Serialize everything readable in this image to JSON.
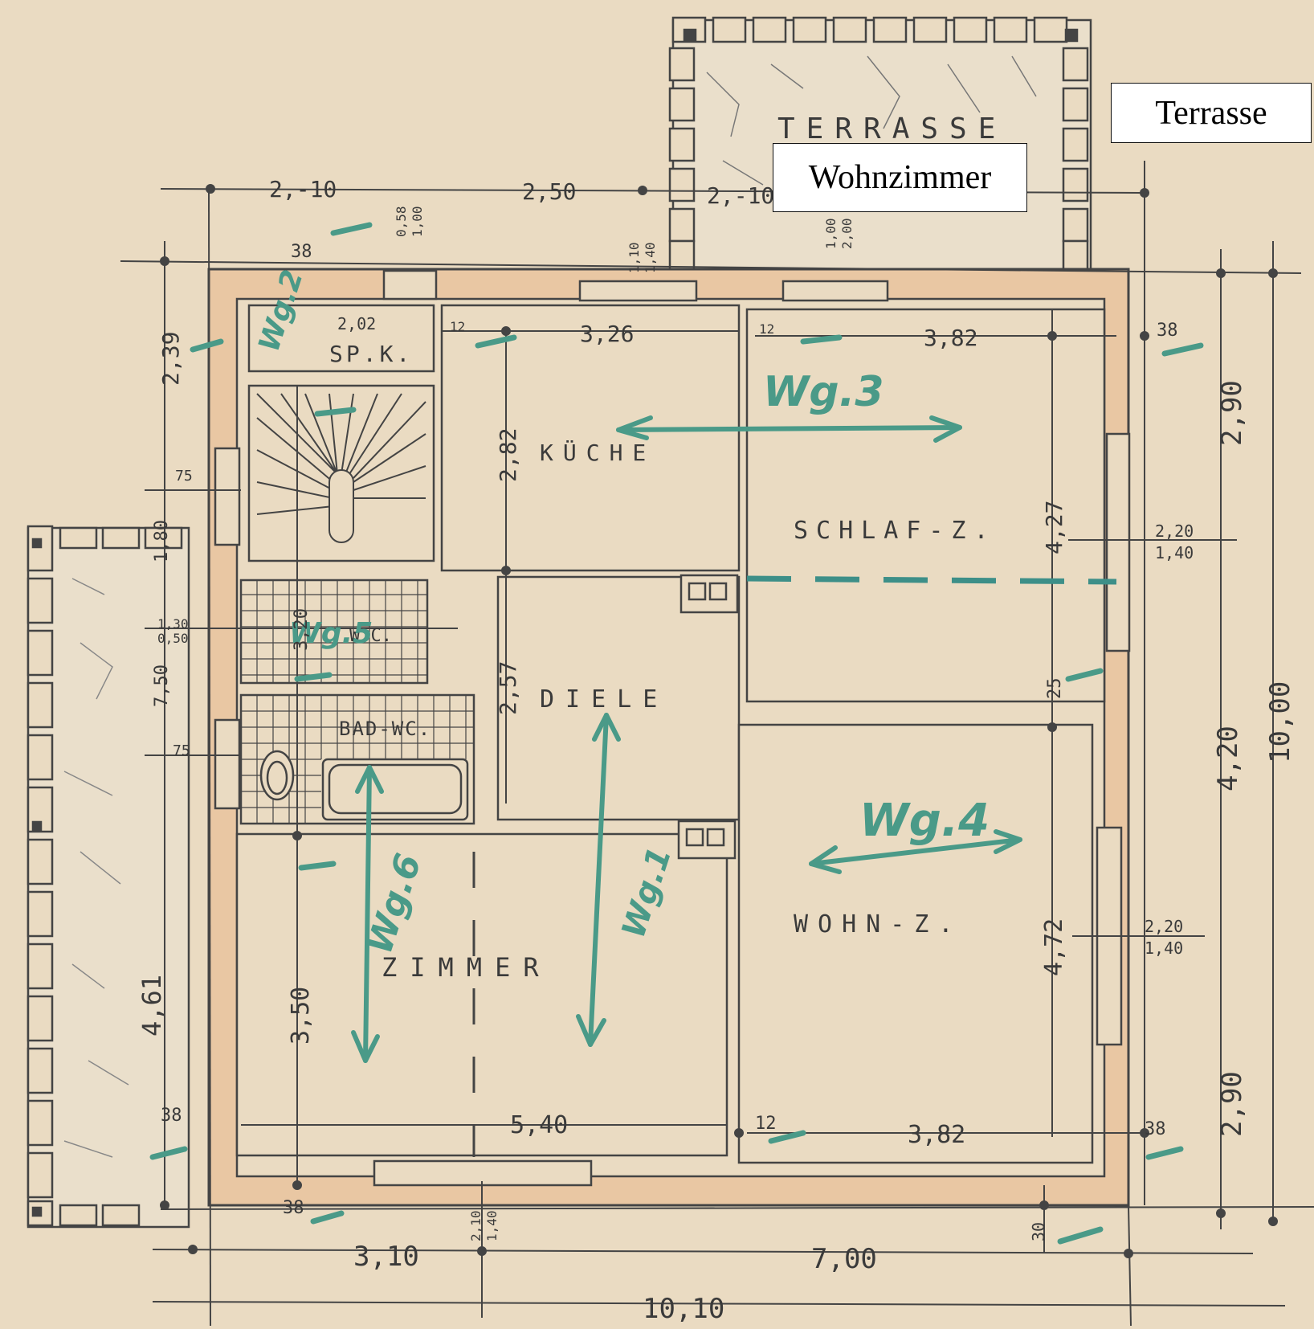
{
  "overlay_labels": {
    "terrasse": "Terrasse",
    "wohnzimmer": "Wohnzimmer"
  },
  "rooms": {
    "terrasse": "TERRASSE",
    "spk": "SP.K.",
    "kueche": "KÜCHE",
    "schlaf": "SCHLAF-Z.",
    "diele": "DIELE",
    "bad": "BAD-WC.",
    "wc": "W.C.",
    "zimmer": "ZIMMER",
    "wohn": "WOHN-Z."
  },
  "annotations": {
    "wg3": "Wg.3",
    "wg4": "Wg.4",
    "wg5": "Wg.5",
    "wg6": "Wg.6",
    "wg1": "Wg.1",
    "wg2": "Wg.2"
  },
  "dimensions": {
    "top_2_10": "2,-10",
    "top_2_50": "2,50",
    "top_2_10b": "2,-10",
    "d_38_top": "38",
    "d_38_topright": "38",
    "d_38_bl": "38",
    "d_38_bl2": "38",
    "d_38_br": "38",
    "d_2_39": "2,39",
    "d_3_26": "3,26",
    "d_3_82_top": "3,82",
    "d_2_02": "2,02",
    "d_2_82": "2,82",
    "d_4_27": "4,27",
    "d_2_57": "2,57",
    "d_25": "25",
    "d_3_20": "3,20",
    "d_3_50": "3,50",
    "d_4_72": "4,72",
    "d_5_40": "5,40",
    "d_3_82_bot": "3,82",
    "d_12_a": "12",
    "d_12_b": "12",
    "d_12_c": "12",
    "d_2_90_top": "2,90",
    "d_4_20": "4,20",
    "d_10_00": "10,00",
    "d_2_90_bot": "2,90",
    "d_4_61": "4,61",
    "d_3_10": "3,10",
    "d_7_00": "7,00",
    "d_10_10": "10,10",
    "d_7_50": "7,50",
    "d_1_80": "1,80",
    "d_75_a": "75",
    "d_75_b": "75",
    "w_2_20_a": "2,20",
    "w_1_40_a": "1,40",
    "w_2_20_b": "2,20",
    "w_1_40_b": "1,40",
    "w_0_58": "0,58",
    "w_1_00": "1,00",
    "w_1_10": "1,10",
    "w_1_40c": "1,40",
    "w_1_00b": "1,00",
    "w_2_00": "2,00",
    "w_2_10": "2,10",
    "w_1_40d": "1,40",
    "d_1_30": "1,30",
    "d_0_50": "0,50",
    "d_30": "30"
  },
  "colors": {
    "paper": "#eadbc2",
    "wall": "#e9c7a3",
    "ink": "#3a3a3a",
    "green_pen": "#4a9a88"
  }
}
